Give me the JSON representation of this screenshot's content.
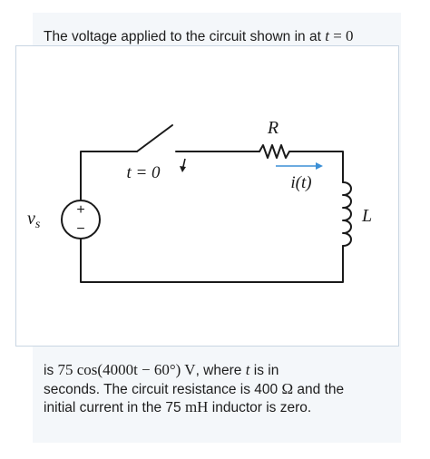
{
  "header": {
    "text": "The voltage applied to the circuit shown in at",
    "var": "t",
    "eq": " = 0"
  },
  "circuit": {
    "switch_label": "t = 0",
    "resistor_label": "R",
    "current_label": "i(t)",
    "inductor_label": "L",
    "source_label": "v",
    "source_sub": "s",
    "source_plus": "+",
    "source_minus": "−"
  },
  "description": {
    "line1_pre": "is ",
    "line1_math": "75 cos(4000t − 60°) V",
    "line1_mid": ", where ",
    "line1_var": "t",
    "line1_post": " is in",
    "line2_pre": "seconds. The circuit resistance is 400 ",
    "line2_math": "Ω",
    "line2_post": " and the",
    "line3_pre": "initial current in the 75 ",
    "line3_math": "mH",
    "line3_post": " inductor is zero."
  },
  "colors": {
    "wire": "#1a1a1a",
    "current_arrow": "#3b8fd6",
    "figure_border": "#c9d6e3",
    "card_bg": "#f4f7fa"
  }
}
